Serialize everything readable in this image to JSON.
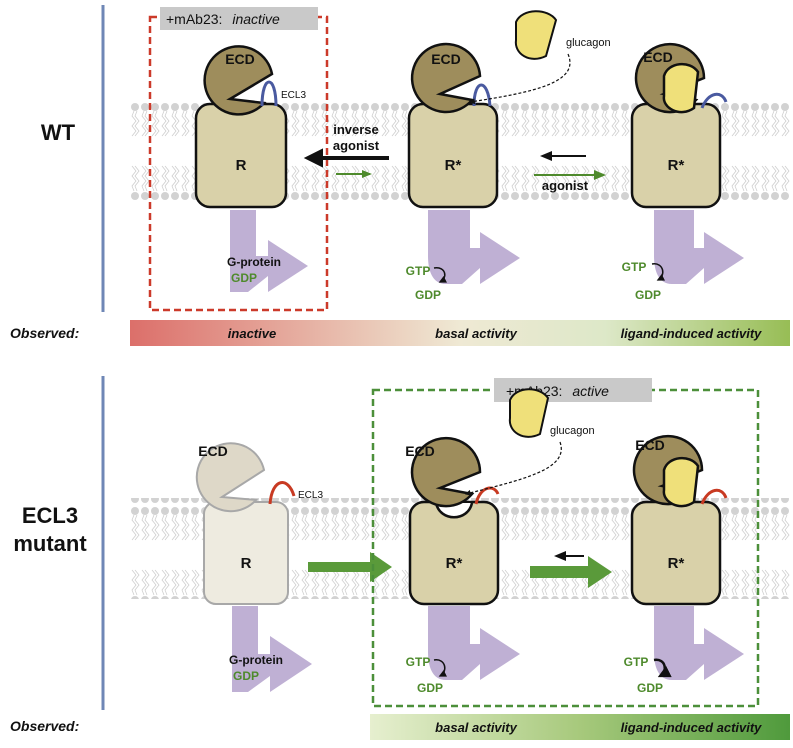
{
  "top": {
    "row_label": "WT",
    "box_label": {
      "prefix": "+mAb23:",
      "state": "inactive"
    },
    "ecd_label": "ECD",
    "ecl3_label": "ECL3",
    "receptor_inactive": "R",
    "receptor_active": "R*",
    "gprotein_label": "G-protein",
    "gdp_label": "GDP",
    "gtp_label": "GTP",
    "glucagon_label": "glucagon",
    "inverse_agonist_line1": "inverse",
    "inverse_agonist_line2": "agonist",
    "agonist_label": "agonist",
    "observed_label": "Observed:",
    "gradient": [
      "inactive",
      "basal activity",
      "ligand-induced activity"
    ]
  },
  "bottom": {
    "row_label_line1": "ECL3",
    "row_label_line2": "mutant",
    "box_label": {
      "prefix": "+mAb23:",
      "state": "active"
    },
    "ecd_label": "ECD",
    "ecl3_label": "ECL3",
    "receptor_inactive": "R",
    "receptor_active": "R*",
    "gprotein_label": "G-protein",
    "gdp_label": "GDP",
    "gtp_label": "GTP",
    "glucagon_label": "glucagon",
    "observed_label": "Observed:",
    "gradient": [
      "basal activity",
      "ligand-induced activity"
    ]
  },
  "colors": {
    "ecd": "#9e8d5c",
    "receptor": "#d9d1a9",
    "receptor_faded": "#eeebe0",
    "gprotein": "#bfb0d4",
    "glucagon": "#efe07a",
    "wt_loop": "#4a5aa0",
    "mutant_loop": "#c83a22",
    "inactive_box": "#cc3a2a",
    "active_box": "#4c8f3a",
    "divider": "#6f87b6"
  }
}
